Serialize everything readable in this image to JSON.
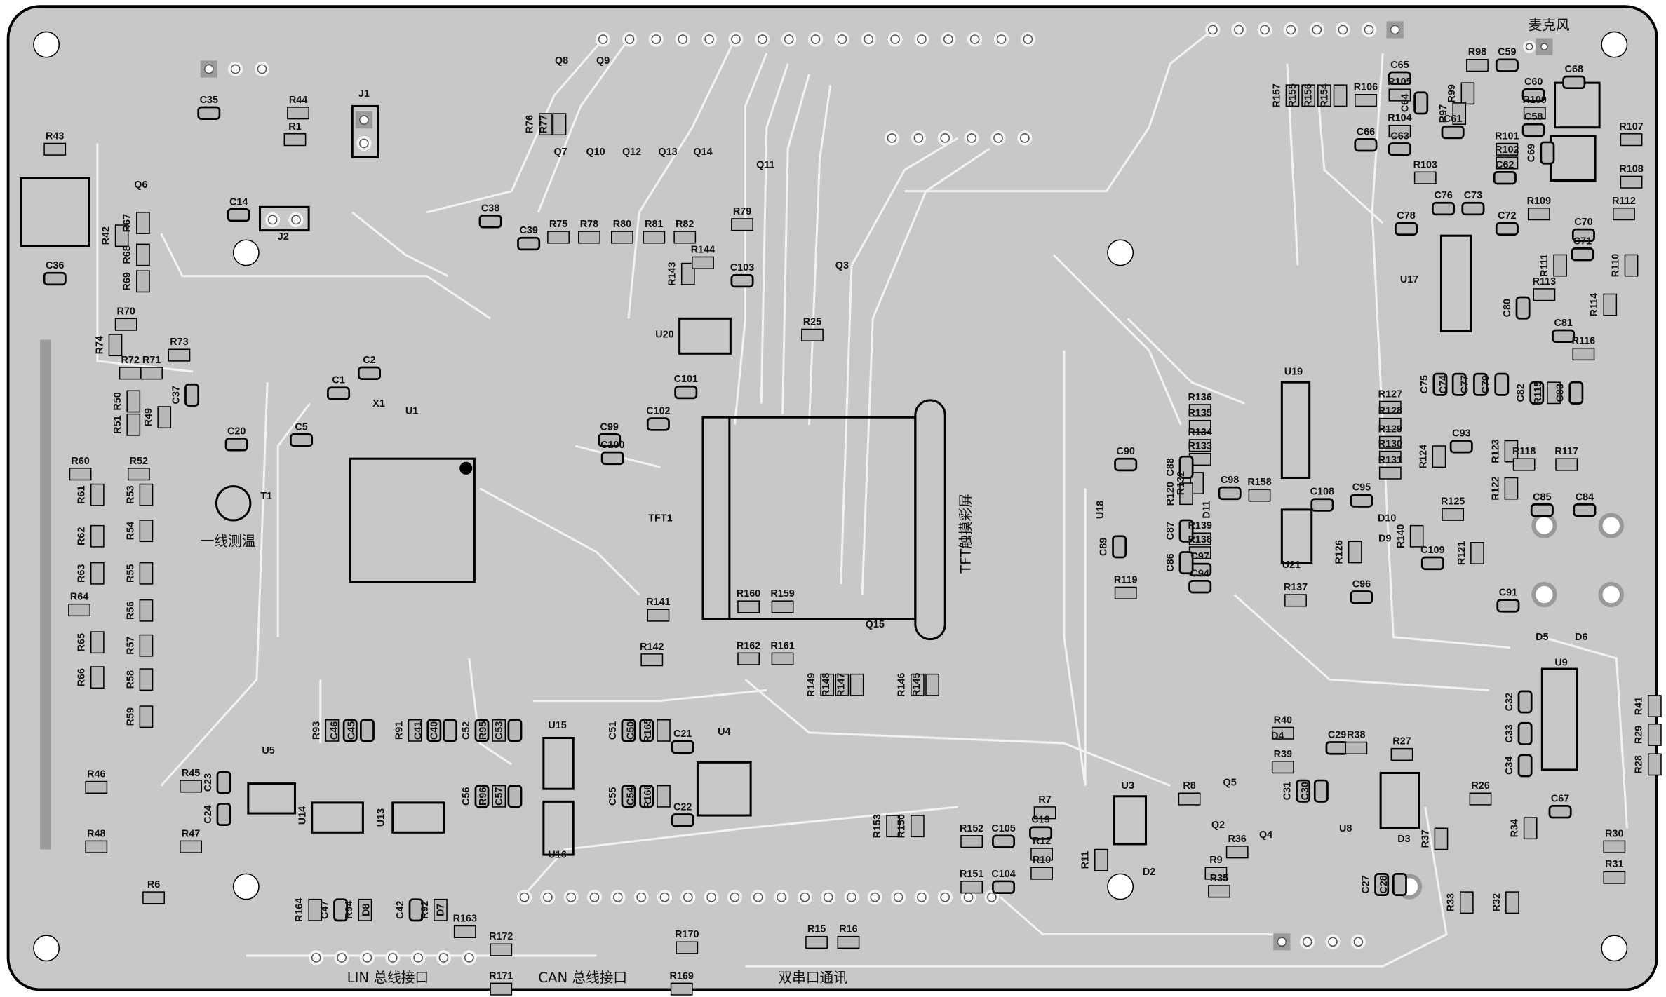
{
  "board": {
    "colors": {
      "substrate": "#c8c8c8",
      "trace": "#f2f2f2",
      "pad": "#9a9a9a",
      "silkscreen": "#111111",
      "outline": "#000000"
    }
  },
  "section_labels": {
    "microphone": "麦克风",
    "one_wire_temp": "一线测温",
    "tft_screen": "TFT触摸彩屏",
    "lin_bus": "LIN 总线接口",
    "can_bus": "CAN 总线接口",
    "dual_serial": "双串口通讯"
  },
  "components": [
    "R43",
    "C36",
    "Q6",
    "R42",
    "R67",
    "R68",
    "R69",
    "R70",
    "R74",
    "R72",
    "R71",
    "R73",
    "R50",
    "R49",
    "C37",
    "R51",
    "C35",
    "R44",
    "R1",
    "C14",
    "J2",
    "J1",
    "C1",
    "C2",
    "X1",
    "C5",
    "U1",
    "C20",
    "T1",
    "R60",
    "R52",
    "R61",
    "R53",
    "R62",
    "R54",
    "R63",
    "R55",
    "R64",
    "R56",
    "R65",
    "R57",
    "R66",
    "R58",
    "R59",
    "R46",
    "R48",
    "R45",
    "C23",
    "C24",
    "R47",
    "U5",
    "R6",
    "U14",
    "R93",
    "C46",
    "C45",
    "R91",
    "C41",
    "C40",
    "U13",
    "C52",
    "R95",
    "C53",
    "U15",
    "C51",
    "C50",
    "R165",
    "C21",
    "U4",
    "C56",
    "R96",
    "C57",
    "U16",
    "C55",
    "C54",
    "R166",
    "C22",
    "R164",
    "C47",
    "R94",
    "D8",
    "C42",
    "R92",
    "D7",
    "R163",
    "R172",
    "R171",
    "R170",
    "R169",
    "R15",
    "R16",
    "R153",
    "R150",
    "R152",
    "C105",
    "R151",
    "C104",
    "R7",
    "C19",
    "R12",
    "R10",
    "R11",
    "U3",
    "D2",
    "R8",
    "Q2",
    "R9",
    "R35",
    "R36",
    "Q4",
    "D3",
    "U8",
    "C27",
    "C28",
    "R27",
    "R26",
    "C34",
    "C33",
    "C32",
    "R40",
    "D4",
    "R39",
    "Q5",
    "C31",
    "C30",
    "C29",
    "R38",
    "R37",
    "R34",
    "R33",
    "R32",
    "R30",
    "R31",
    "R41",
    "R29",
    "R28",
    "C67",
    "U9",
    "D5",
    "D6",
    "TFT1",
    "R160",
    "R159",
    "R162",
    "R161",
    "Q15",
    "R149",
    "R148",
    "R147",
    "R146",
    "R145",
    "R141",
    "R142",
    "C99",
    "C100",
    "C102",
    "C101",
    "U20",
    "R143",
    "R144",
    "C103",
    "R25",
    "Q3",
    "Q8",
    "Q9",
    "R76",
    "R77",
    "Q7",
    "Q10",
    "Q12",
    "Q13",
    "Q14",
    "Q11",
    "R75",
    "R78",
    "R80",
    "R81",
    "R82",
    "R79",
    "C38",
    "C39",
    "R157",
    "R155",
    "R156",
    "R154",
    "R106",
    "R105",
    "R104",
    "C65",
    "C64",
    "C66",
    "C63",
    "R103",
    "R99",
    "R97",
    "C61",
    "R98",
    "C59",
    "C60",
    "R100",
    "C58",
    "R101",
    "R102",
    "C62",
    "C68",
    "R107",
    "C69",
    "R108",
    "R109",
    "R112",
    "C70",
    "C76",
    "C73",
    "C78",
    "C72",
    "C71",
    "R111",
    "R110",
    "U17",
    "R113",
    "R114",
    "C80",
    "C81",
    "R116",
    "C75",
    "C74",
    "C77",
    "C79",
    "C82",
    "R115",
    "C83",
    "U19",
    "R136",
    "R135",
    "R134",
    "R133",
    "R127",
    "R128",
    "R129",
    "R130",
    "R131",
    "C90",
    "R132",
    "R120",
    "C88",
    "U18",
    "C98",
    "R158",
    "C108",
    "C95",
    "D11",
    "D10",
    "R139",
    "R138",
    "C97",
    "C94",
    "C87",
    "C86",
    "C89",
    "R119",
    "U21",
    "R137",
    "R126",
    "D9",
    "C96",
    "R140",
    "C109",
    "R121",
    "C91",
    "C93",
    "R124",
    "R123",
    "R122",
    "R125",
    "R118",
    "R117",
    "C85",
    "C84"
  ]
}
